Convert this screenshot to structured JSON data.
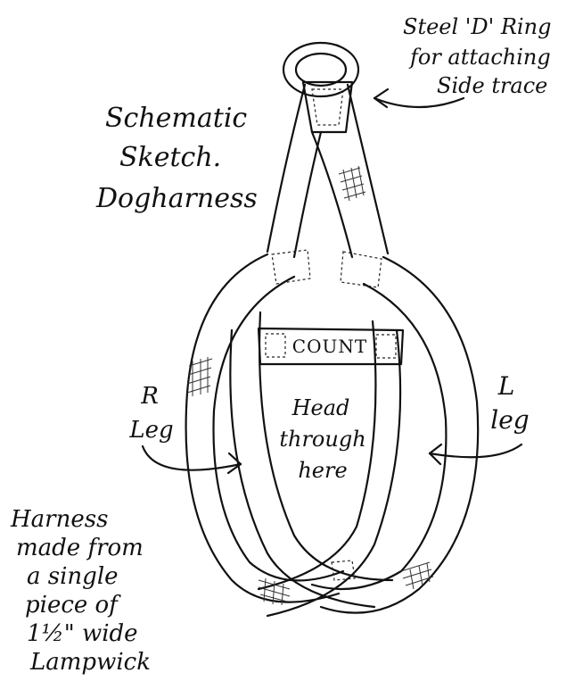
{
  "title": {
    "lines": [
      "Schematic",
      "Sketch.",
      "Dogharness"
    ]
  },
  "ring_note": {
    "lines": [
      "Steel 'D' Ring",
      "for attaching",
      "Side trace"
    ]
  },
  "label_tag": "COUNT",
  "right_leg": {
    "lines": [
      "R",
      "Leg"
    ]
  },
  "left_leg": {
    "lines": [
      "L",
      "leg"
    ]
  },
  "head_note": {
    "lines": [
      "Head",
      "through",
      "here"
    ]
  },
  "material_note": {
    "lines": [
      "Harness",
      "made from",
      "a single",
      "piece of",
      "1½\" wide",
      "Lampwick"
    ]
  }
}
